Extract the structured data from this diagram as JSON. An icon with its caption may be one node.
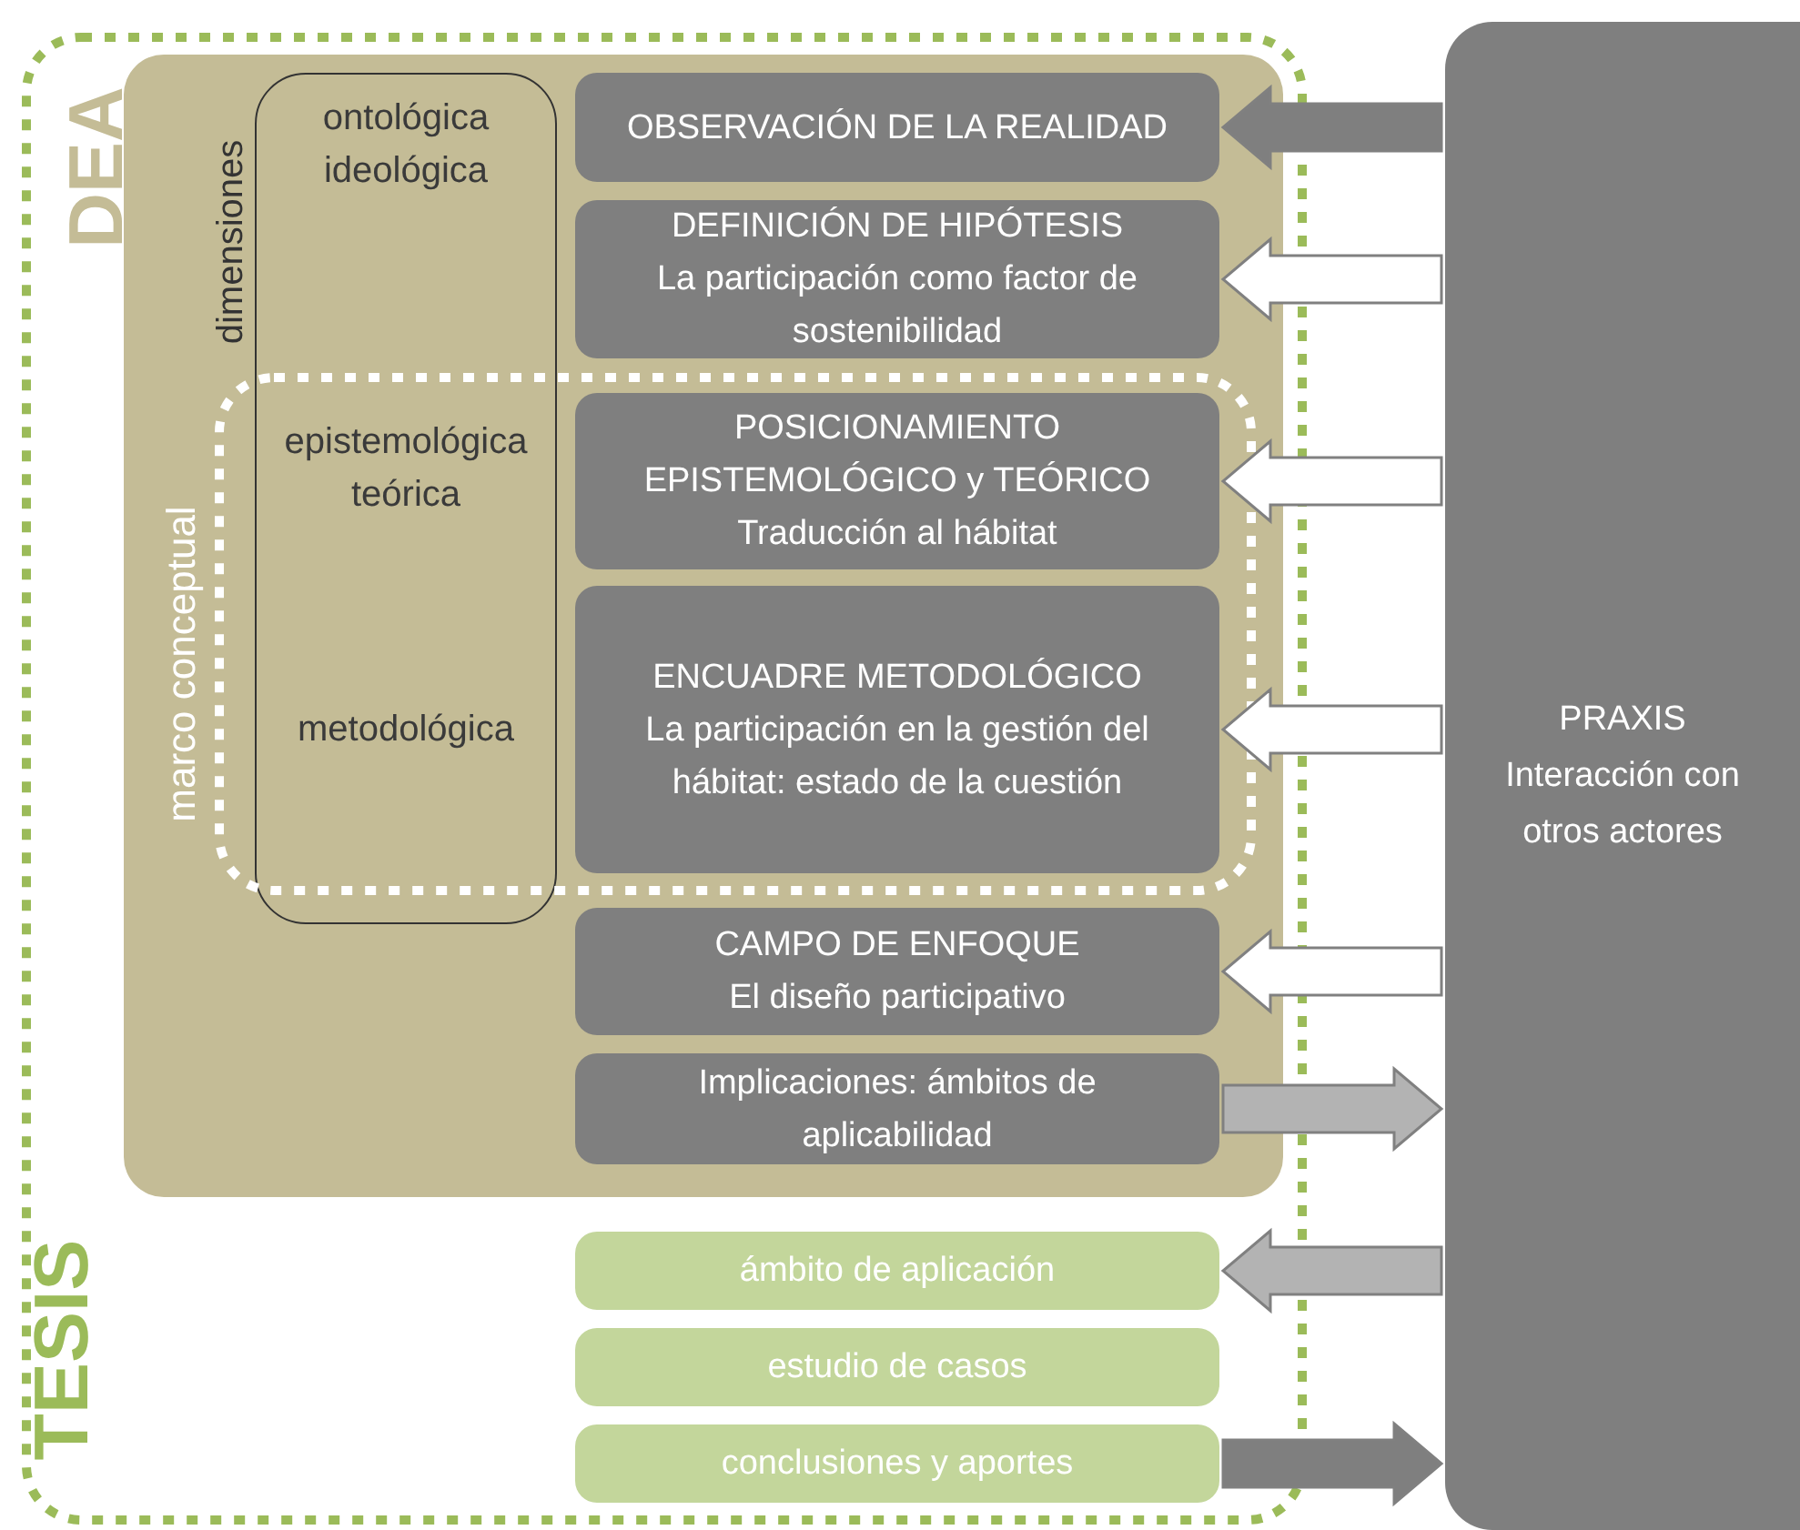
{
  "diagram": {
    "nodes": [
      {
        "text": [
          "TESIS"
        ]
      },
      {
        "text": [
          "DEA"
        ],
        "in": 0
      },
      {
        "text": [
          "dimensiones",
          "ontológica ideológica",
          "epistemológica teórica",
          "metodológica"
        ],
        "in": 1
      },
      {
        "text": [
          "OBSERVACIÓN DE LA REALIDAD"
        ],
        "in": 1
      },
      {
        "text": [
          "DEFINICIÓN DE HIPÓTESIS",
          "La participación como factor de sostenibilidad"
        ],
        "in": 1
      },
      {
        "text": [
          "marco conceptual"
        ],
        "in": 1
      },
      {
        "text": [
          "POSICIONAMIENTO EPISTEMOLÓGICO y TEÓRICO",
          "Traducción al hábitat"
        ],
        "in": 5
      },
      {
        "text": [
          "ENCUADRE METODOLÓGICO",
          "La participación en la gestión del hábitat: estado de la cuestión"
        ],
        "in": 5
      },
      {
        "text": [
          "CAMPO DE ENFOQUE",
          "El diseño participativo"
        ],
        "in": 1
      },
      {
        "text": [
          "Implicaciones: ámbitos de aplicabilidad"
        ],
        "in": 1
      },
      {
        "text": [
          "ámbito de aplicación"
        ],
        "in": 0
      },
      {
        "text": [
          "estudio de casos"
        ],
        "in": 0
      },
      {
        "text": [
          "conclusiones y aportes"
        ],
        "in": 0
      },
      {
        "text": [
          "PRAXIS",
          "Interacción con otros actores"
        ]
      }
    ],
    "edges": [
      {
        "from": 13,
        "to": 3,
        "arrow": "to"
      },
      {
        "from": 13,
        "to": 4,
        "arrow": "to",
        "color": "#ffffff"
      },
      {
        "from": 13,
        "to": 6,
        "arrow": "to",
        "color": "#ffffff"
      },
      {
        "from": 13,
        "to": 7,
        "arrow": "to",
        "color": "#ffffff"
      },
      {
        "from": 13,
        "to": 8,
        "arrow": "to",
        "color": "#ffffff"
      },
      {
        "from": 9,
        "to": 13,
        "arrow": "to",
        "color": "#b3b3b3"
      },
      {
        "from": 13,
        "to": 10,
        "arrow": "to",
        "color": "#b3b3b3"
      },
      {
        "from": 12,
        "to": 13,
        "arrow": "to"
      }
    ]
  }
}
